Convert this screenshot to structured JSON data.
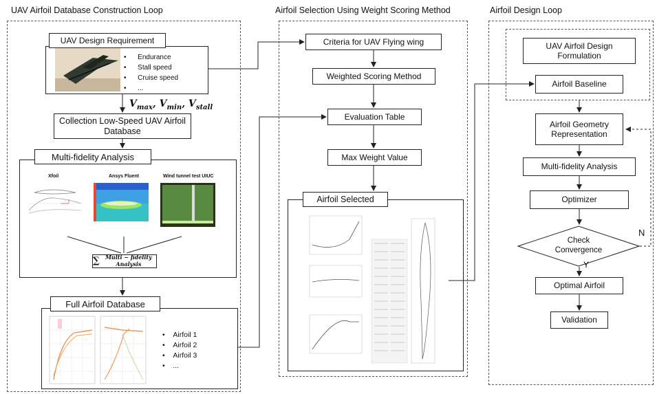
{
  "sections": {
    "database": "UAV Airfoil Database Construction Loop",
    "selection": "Airfoil Selection Using Weight Scoring Method",
    "design": "Airfoil Design Loop"
  },
  "database_loop": {
    "requirement_title": "UAV Design Requirement",
    "requirements": [
      "Endurance",
      "Stall speed",
      "Cruise speed",
      "..."
    ],
    "velocity_formula": "V_max, V_min, V_stall",
    "collection": "Collection Low-Speed UAV Airfoil Database",
    "multifidelity_title": "Multi-fidelity Analysis",
    "tools": [
      "Xfoil",
      "Ansys Fluent",
      "Wind tunnel test UIUC"
    ],
    "sum_label": "Multi − fidelity Analysis",
    "full_db_title": "Full Airfoil Database",
    "airfoils": [
      "Airfoil 1",
      "Airfoil 2",
      "Airfoil 3",
      "..."
    ]
  },
  "selection_loop": {
    "steps": [
      "Criteria for UAV Flying wing",
      "Weighted Scoring Method",
      "Evaluation Table",
      "Max Weight Value"
    ],
    "selected_title": "Airfoil Selected"
  },
  "design_loop": {
    "formulation": "UAV Airfoil Design Formulation",
    "baseline": "Airfoil Baseline",
    "geometry": "Airfoil Geometry Representation",
    "multifidelity": "Multi-fidelity Analysis",
    "optimizer": "Optimizer",
    "check": "Check Convergence",
    "no_label": "N",
    "yes_label": "Y",
    "optimal": "Optimal Airfoil",
    "validation": "Validation"
  },
  "colors": {
    "line": "#222222",
    "dash": "#555555",
    "curve_orange": "#f08a3c",
    "fluent_blue": "#2c6fd6",
    "tunnel_green": "#6aa84f"
  }
}
